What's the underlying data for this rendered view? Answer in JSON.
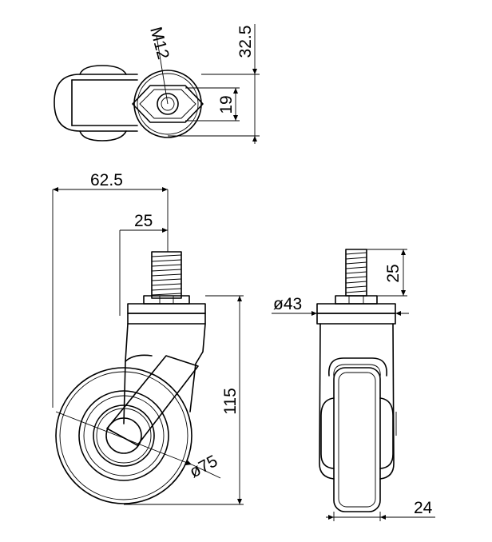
{
  "dimensions": {
    "thread": "M12",
    "flange_height": "32.5",
    "hex_across": "19",
    "total_offset": "62.5",
    "stem_length_side": "25",
    "total_height": "115",
    "wheel_diameter": "ø75",
    "plate_diameter": "ø43",
    "stem_length_front": "25",
    "wheel_width": "24"
  }
}
